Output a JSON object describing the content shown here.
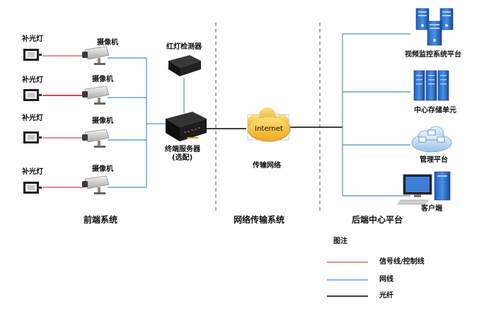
{
  "front": {
    "section_label": "前端系统",
    "fill_light_label": "补光灯",
    "camera_label": "摄像机",
    "red_light_detector_label": "红灯检测器",
    "terminal_server_label_line1": "终端服务器",
    "terminal_server_label_line2": "(选配)"
  },
  "network": {
    "section_label": "网络传输系统",
    "cloud_text": "Internet",
    "transport_label": "传输网络"
  },
  "backend": {
    "section_label": "后端中心平台",
    "video_platform_label": "视频监控系统平台",
    "storage_label": "中心存储单元",
    "management_label": "管理平台",
    "client_label": "客户端"
  },
  "legend": {
    "title": "图注",
    "items": [
      {
        "label": "信号线/控制线",
        "color": "#e8454b"
      },
      {
        "label": "网线",
        "color": "#4a90c8"
      },
      {
        "label": "光纤",
        "color": "#000000"
      }
    ]
  },
  "colors": {
    "signal_line": "#e8454b",
    "network_line": "#4a90c8",
    "fiber_line": "#000000",
    "divider": "#555555"
  }
}
